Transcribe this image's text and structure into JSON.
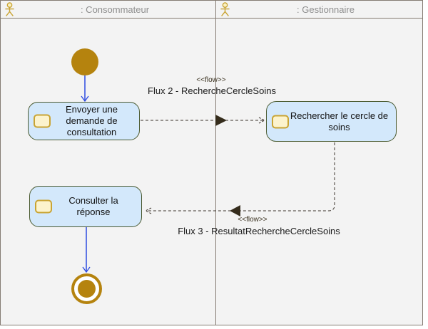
{
  "diagram": {
    "type": "uml-activity-swimlane",
    "lanes": [
      {
        "label": ": Consommateur",
        "icon": "actor-icon"
      },
      {
        "label": ": Gestionnaire",
        "icon": "actor-icon"
      }
    ],
    "nodes": {
      "start": {
        "type": "initial-node"
      },
      "action1": {
        "label": "Envoyer une demande de consultation"
      },
      "action2": {
        "label": "Rechercher le cercle de soins"
      },
      "action3": {
        "label": "Consulter la réponse"
      },
      "end": {
        "type": "activity-final-node"
      }
    },
    "flows": [
      {
        "stereotype": "<<flow>>",
        "label": "Flux 2 - RechercheCercleSoins",
        "from": "action1",
        "to": "action2"
      },
      {
        "stereotype": "<<flow>>",
        "label": "Flux 3 - ResultatRechercheCercleSoins",
        "from": "action2",
        "to": "action3"
      }
    ],
    "colors": {
      "canvas_bg": "#f3f3f3",
      "frame_line": "#857c73",
      "header_text": "#8f8f8f",
      "action_fill": "#d3e8fb",
      "action_border": "#4a5a30",
      "object_icon_fill": "#fcf3cd",
      "object_icon_border": "#c9a434",
      "node_gold": "#b5830e",
      "control_flow_blue": "#2d4be0",
      "object_flow_dark": "#352c1c"
    }
  }
}
